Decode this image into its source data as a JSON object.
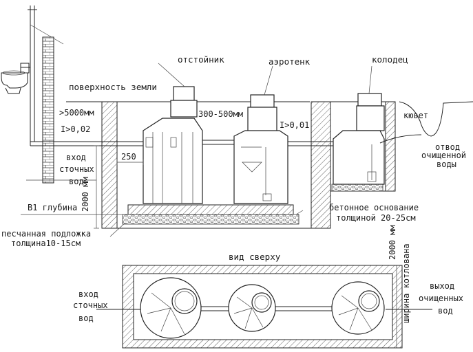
{
  "side_view": {
    "tank1_label": "отстойник",
    "tank2_label": "аэротенк",
    "tank3_label": "колодец",
    "ground_surface": "поверхность земли",
    "depth_limit": ">5000мм",
    "slope_1": "I>0,02",
    "gap_range": "300-500мм",
    "slope_2": "I>0,01",
    "ditch": "кювет",
    "outlet_note_1": "отвод",
    "outlet_note_2": "очищенной",
    "outlet_note_3": "воды",
    "inlet_1": "вход",
    "inlet_2": "сточных",
    "inlet_3": "вод",
    "offset": "250",
    "pit_depth": "2000 мм",
    "depth_b1": "В1 глубина",
    "concrete_1": "бетонное основание",
    "concrete_2": "толщиной 20-25см",
    "sand_1": "песчанная подложка",
    "sand_2": "толщина10-15см"
  },
  "top_view": {
    "title": "вид сверху",
    "inlet_1": "вход",
    "inlet_2": "сточных",
    "inlet_3": "вод",
    "outlet_1": "выход",
    "outlet_2": "очищенных",
    "outlet_3": "вод",
    "pit_width": "2000 мм",
    "pit_width_label": "ширина котлована"
  }
}
